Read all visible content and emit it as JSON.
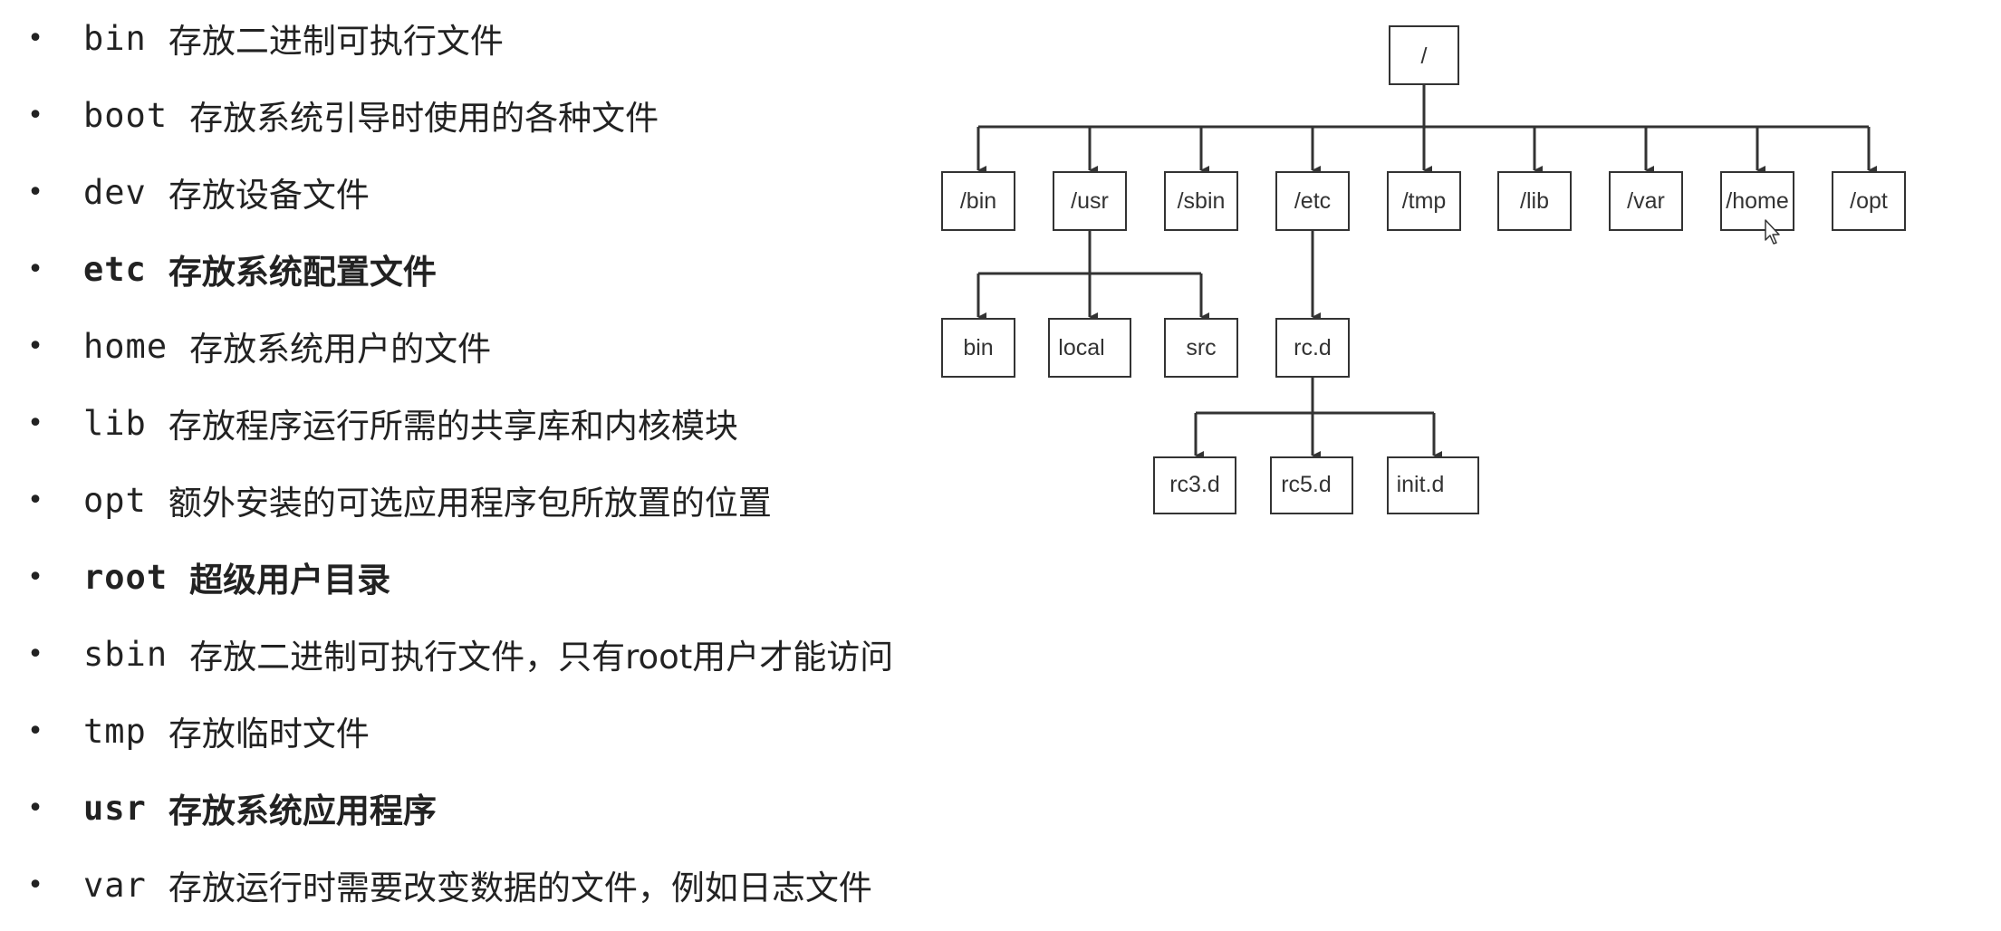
{
  "directory_list": [
    {
      "name": "bin",
      "desc": "存放二进制可执行文件",
      "bold": false
    },
    {
      "name": "boot",
      "desc": "存放系统引导时使用的各种文件",
      "bold": false
    },
    {
      "name": "dev",
      "desc": "存放设备文件",
      "bold": false
    },
    {
      "name": "etc",
      "desc": "存放系统配置文件",
      "bold": true
    },
    {
      "name": "home",
      "desc": "存放系统用户的文件",
      "bold": false
    },
    {
      "name": "lib",
      "desc": "存放程序运行所需的共享库和内核模块",
      "bold": false
    },
    {
      "name": "opt",
      "desc": "额外安装的可选应用程序包所放置的位置",
      "bold": false
    },
    {
      "name": "root",
      "desc": "超级用户目录",
      "bold": true
    },
    {
      "name": "sbin",
      "desc": "存放二进制可执行文件，只有root用户才能访问",
      "bold": false
    },
    {
      "name": "tmp",
      "desc": "存放临时文件",
      "bold": false
    },
    {
      "name": "usr",
      "desc": "存放系统应用程序",
      "bold": true
    },
    {
      "name": "var",
      "desc": "存放运行时需要改变数据的文件，例如日志文件",
      "bold": false
    }
  ],
  "bullet_glyph": "•",
  "tree": {
    "root": "/",
    "level1": [
      "/bin",
      "/usr",
      "/sbin",
      "/etc",
      "/tmp",
      "/lib",
      "/var",
      "/home",
      "/opt"
    ],
    "usr_children": [
      "bin",
      "local",
      "src"
    ],
    "etc_children": [
      "rc.d"
    ],
    "rcd_children": [
      "rc3.d",
      "rc5.d",
      "init.d"
    ]
  },
  "cursor_icon": "mouse-pointer-icon"
}
